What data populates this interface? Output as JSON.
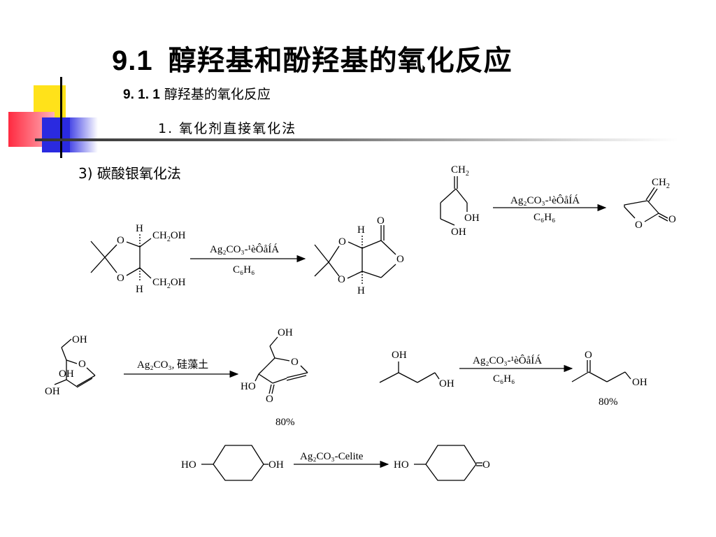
{
  "title": {
    "number": "9.1",
    "text": "醇羟基和酚羟基的氧化反应"
  },
  "subtitle1": {
    "number": "9. 1. 1",
    "text": "醇羟基的氧化反应"
  },
  "subtitle2": "1. 氧化剂直接氧化法",
  "subtitle3": "3) 碳酸银氧化法",
  "reactions": {
    "r1": {
      "reagent": "Ag₂CO₃-¹èÔåÍÁ",
      "solvent": "C₆H₆"
    },
    "r2": {
      "reagent": "Ag₂CO₃-¹èÔåÍÁ",
      "solvent": "C₆H₆"
    },
    "r3": {
      "reagent": "Ag₂CO₃, 硅藻土",
      "yield": "80%"
    },
    "r4": {
      "reagent": "Ag₂CO₃-¹èÔåÍÁ",
      "solvent": "C₆H₆",
      "yield": "80%"
    },
    "r5": {
      "reagent": "Ag₂CO₃-Celite"
    }
  },
  "colors": {
    "yellow": "#ffd700",
    "red": "#ff3040",
    "blue": "#2a2ae0"
  }
}
